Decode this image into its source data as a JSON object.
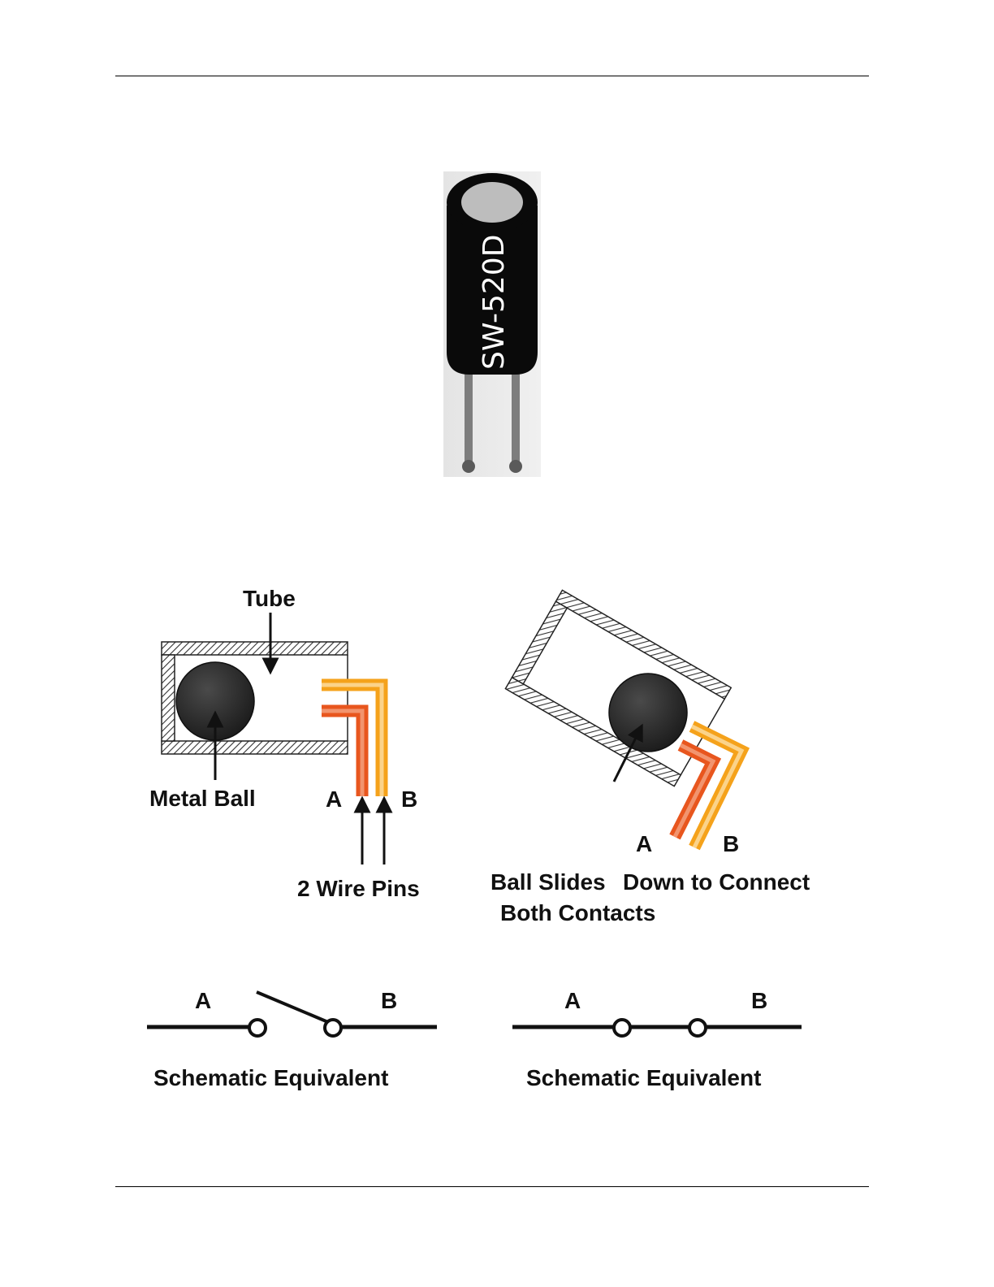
{
  "sensor": {
    "part_number": "SW-520D"
  },
  "colors": {
    "pin_a": "#e8561e",
    "pin_b": "#f5a21b",
    "ball": "#2b2b2b",
    "sensor_body": "#0a0a0a",
    "sensor_cap": "#bdbdbd",
    "lead": "#7d7d7d"
  },
  "diagram_left": {
    "tube_label": "Tube",
    "ball_label": "Metal Ball",
    "pin_a": "A",
    "pin_b": "B",
    "pins_label": "2 Wire Pins"
  },
  "diagram_right": {
    "pin_a": "A",
    "pin_b": "B",
    "caption_line1_part1": "Ball Slides",
    "caption_line1_part2": "Down to Connect",
    "caption_line2": "Both Contacts"
  },
  "schematic_open": {
    "pin_a": "A",
    "pin_b": "B",
    "caption": "Schematic Equivalent"
  },
  "schematic_closed": {
    "pin_a": "A",
    "pin_b": "B",
    "caption": "Schematic Equivalent"
  }
}
